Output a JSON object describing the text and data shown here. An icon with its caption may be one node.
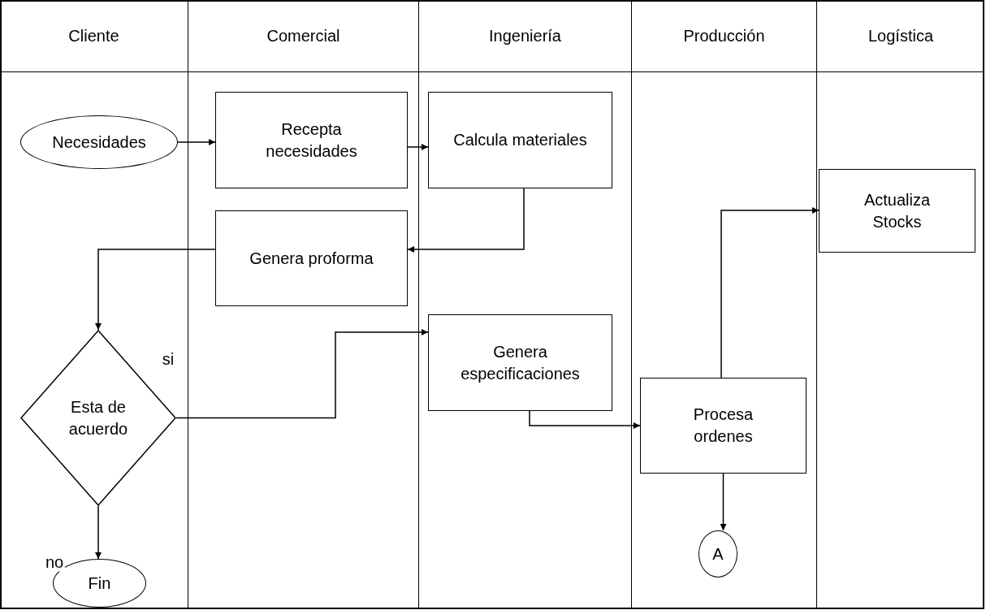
{
  "diagram": {
    "nodes": [
      {
        "text": [
          "Cliente"
        ]
      },
      {
        "text": [
          "Comercial"
        ]
      },
      {
        "text": [
          "Ingeniería"
        ]
      },
      {
        "text": [
          "Producción"
        ]
      },
      {
        "text": [
          "Logística"
        ]
      },
      {
        "text": [
          "Necesidades"
        ],
        "in": 0
      },
      {
        "text": [
          "Recepta necesidades"
        ],
        "in": 1
      },
      {
        "text": [
          "Calcula materiales"
        ],
        "in": 2
      },
      {
        "text": [
          "Genera proforma"
        ],
        "in": 1
      },
      {
        "text": [
          "Actualiza Stocks"
        ],
        "in": 4
      },
      {
        "text": [
          "Esta de acuerdo"
        ],
        "in": 0
      },
      {
        "text": [
          "Genera especificaciones"
        ],
        "in": 2
      },
      {
        "text": [
          "Procesa ordenes"
        ],
        "in": 3
      },
      {
        "text": [
          "A"
        ],
        "in": 3
      },
      {
        "text": [
          "Fin"
        ],
        "in": 0
      }
    ],
    "edges": [
      {
        "from": 5,
        "to": 6,
        "arrow": "to"
      },
      {
        "from": 6,
        "to": 7,
        "arrow": "to"
      },
      {
        "from": 7,
        "to": 8,
        "arrow": "to"
      },
      {
        "from": 8,
        "to": 10,
        "arrow": "to"
      },
      {
        "from": 10,
        "to": 11,
        "arrow": "to",
        "label": "si"
      },
      {
        "from": 11,
        "to": 12,
        "arrow": "to"
      },
      {
        "from": 12,
        "to": 9,
        "arrow": "to"
      },
      {
        "from": 12,
        "to": 13,
        "arrow": "to"
      },
      {
        "from": 10,
        "to": 14,
        "arrow": "to",
        "label": "no"
      }
    ]
  }
}
